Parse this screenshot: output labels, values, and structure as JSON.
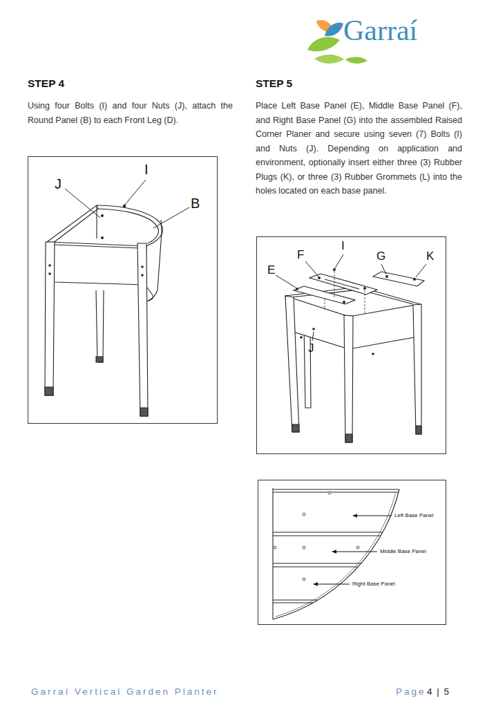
{
  "diagram": {
    "labels": [
      "Garraí",
      "STEP 4",
      "Using four Bolts (I) and four Nuts (J), attach the Round Panel (B) to each Front Leg (D).",
      "STEP 5",
      "Place Left Base Panel (E), Middle Base Panel (F), and Right Base Panel (G) into the assembled Raised Corner Planer and secure using seven (7) Bolts (I) and Nuts (J). Depending on application and environment, optionally insert either three (3) Rubber Plugs (K), or three (3) Rubber Grommets (L) into the holes located on each base panel.",
      "J",
      "I",
      "B",
      "F",
      "I",
      "G",
      "K",
      "E",
      "J",
      "Left Base Panel",
      "Middle Base Panel",
      "Right Base Panel",
      "Garraí Vertical Garden Planter",
      "Page",
      "4 | 5"
    ]
  }
}
